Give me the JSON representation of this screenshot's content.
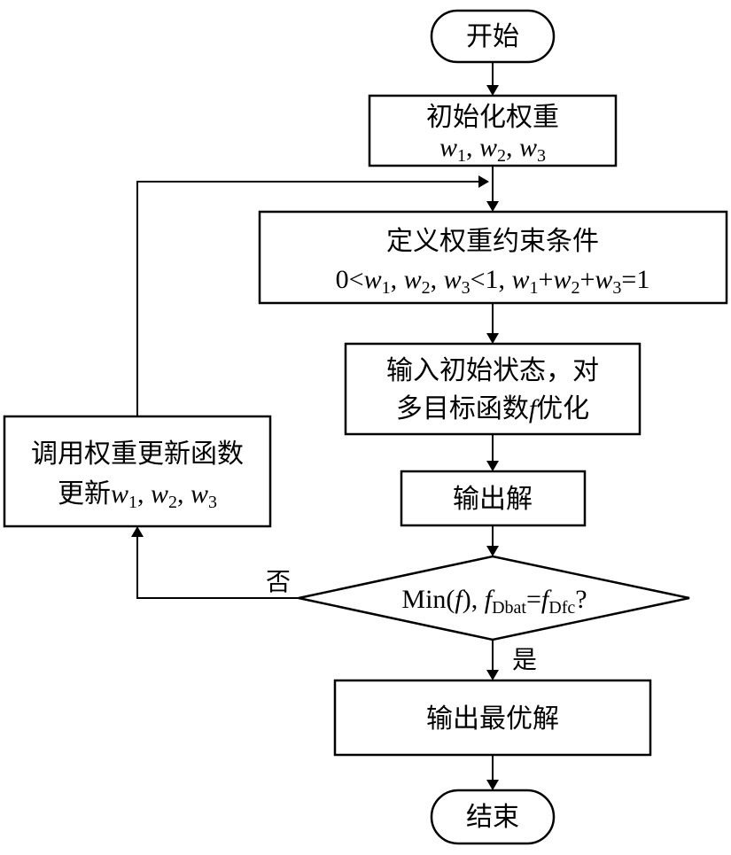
{
  "nodes": {
    "start": {
      "label": "开始"
    },
    "init_weights": {
      "line1": "初始化权重",
      "vars": [
        "w",
        "1",
        ", ",
        "w",
        "2",
        ", ",
        "w",
        "3"
      ]
    },
    "constraints": {
      "line1": "定义权重约束条件",
      "line2": [
        "0<",
        "w",
        "1",
        ", ",
        "w",
        "2",
        ", ",
        "w",
        "3",
        "<1, ",
        "w",
        "1",
        "+",
        "w",
        "2",
        "+",
        "w",
        "3",
        "=1"
      ]
    },
    "optimize": {
      "line1": "输入初始状态，对",
      "line2_pre": "多目标函数",
      "line2_var": "f",
      "line2_post": "优化"
    },
    "output": {
      "label": "输出解"
    },
    "decision": {
      "parts": [
        "Min(",
        "f",
        "), ",
        "f",
        "Dbat",
        "=",
        "f",
        "Dfc",
        "?"
      ]
    },
    "update": {
      "line1": "调用权重更新函数",
      "line2_pre": "更新",
      "vars": [
        "w",
        "1",
        ", ",
        "w",
        "2",
        ", ",
        "w",
        "3"
      ]
    },
    "best": {
      "label": "输出最优解"
    },
    "end": {
      "label": "结束"
    }
  },
  "edges": {
    "no_label": "否",
    "yes_label": "是"
  }
}
